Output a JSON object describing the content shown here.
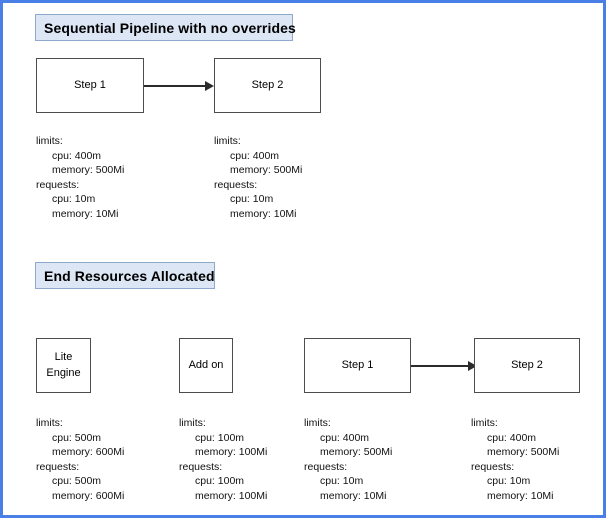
{
  "diagram": {
    "frame_color": "#4a7fe8",
    "chip_fill": "#dce6f5",
    "chip_border": "#8ea9cc",
    "node_border": "#4d4d4d",
    "arrow_color": "#2b2b2b",
    "sections": [
      {
        "id": "sequential-pipeline",
        "title": "Sequential Pipeline with no overrides",
        "nodes": [
          {
            "id": "step-1",
            "label_line1": "Step 1",
            "label_line2": ""
          },
          {
            "id": "step-2",
            "label_line1": "Step 2",
            "label_line2": ""
          }
        ],
        "resources": [
          {
            "for": "step-1",
            "limits_label": "limits:",
            "limits_cpu": "cpu: 400m",
            "limits_memory": "memory: 500Mi",
            "requests_label": "requests:",
            "requests_cpu": "cpu: 10m",
            "requests_memory": "memory: 10Mi"
          },
          {
            "for": "step-2",
            "limits_label": "limits:",
            "limits_cpu": "cpu: 400m",
            "limits_memory": "memory: 500Mi",
            "requests_label": "requests:",
            "requests_cpu": "cpu: 10m",
            "requests_memory": "memory: 10Mi"
          }
        ]
      },
      {
        "id": "end-resources-allocated",
        "title": "End Resources Allocated",
        "nodes": [
          {
            "id": "lite-engine",
            "label_line1": "Lite",
            "label_line2": "Engine"
          },
          {
            "id": "add-on",
            "label_line1": "Add on",
            "label_line2": ""
          },
          {
            "id": "step-1",
            "label_line1": "Step 1",
            "label_line2": ""
          },
          {
            "id": "step-2",
            "label_line1": "Step 2",
            "label_line2": ""
          }
        ],
        "resources": [
          {
            "for": "lite-engine",
            "limits_label": "limits:",
            "limits_cpu": "cpu: 500m",
            "limits_memory": "memory: 600Mi",
            "requests_label": "requests:",
            "requests_cpu": "cpu: 500m",
            "requests_memory": "memory: 600Mi"
          },
          {
            "for": "add-on",
            "limits_label": "limits:",
            "limits_cpu": "cpu: 100m",
            "limits_memory": "memory: 100Mi",
            "requests_label": "requests:",
            "requests_cpu": "cpu: 100m",
            "requests_memory": "memory: 100Mi"
          },
          {
            "for": "step-1",
            "limits_label": "limits:",
            "limits_cpu": "cpu: 400m",
            "limits_memory": "memory: 500Mi",
            "requests_label": "requests:",
            "requests_cpu": "cpu: 10m",
            "requests_memory": "memory: 10Mi"
          },
          {
            "for": "step-2",
            "limits_label": "limits:",
            "limits_cpu": "cpu: 400m",
            "limits_memory": "memory: 500Mi",
            "requests_label": "requests:",
            "requests_cpu": "cpu: 10m",
            "requests_memory": "memory: 10Mi"
          }
        ]
      }
    ]
  }
}
